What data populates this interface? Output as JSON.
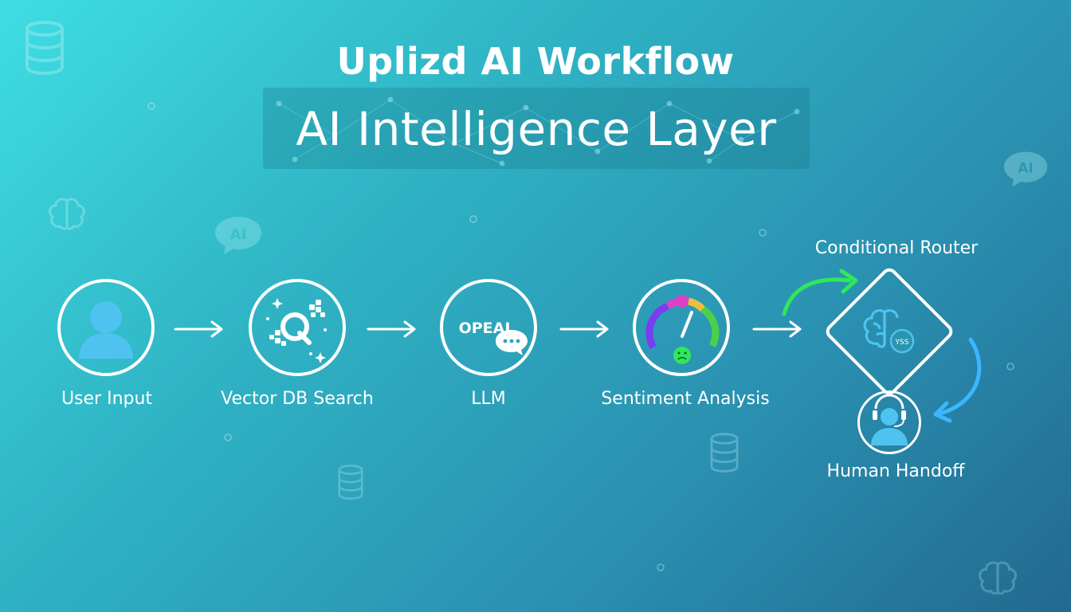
{
  "header": {
    "title": "Uplizd AI Workflow",
    "subtitle": "AI Intelligence Layer"
  },
  "nodes": [
    {
      "label": "User Input",
      "icon": "user-icon"
    },
    {
      "label": "Vector DB Search",
      "icon": "search-q-icon"
    },
    {
      "label": "LLM",
      "icon": "openai-chat-icon",
      "icon_text": "OPEAI"
    },
    {
      "label": "Sentiment Analysis",
      "icon": "sentiment-gauge-icon"
    }
  ],
  "router": {
    "label": "Conditional Router",
    "icon": "brain-icon",
    "icon_text": "YSS"
  },
  "handoff": {
    "label": "Human Handoff",
    "icon": "support-agent-icon"
  },
  "background_badges": [
    "AI",
    "AI"
  ],
  "colors": {
    "accent_blue": "#4ec3f0",
    "accent_green": "#2ee85a",
    "route_blue": "#3ab7ff"
  }
}
